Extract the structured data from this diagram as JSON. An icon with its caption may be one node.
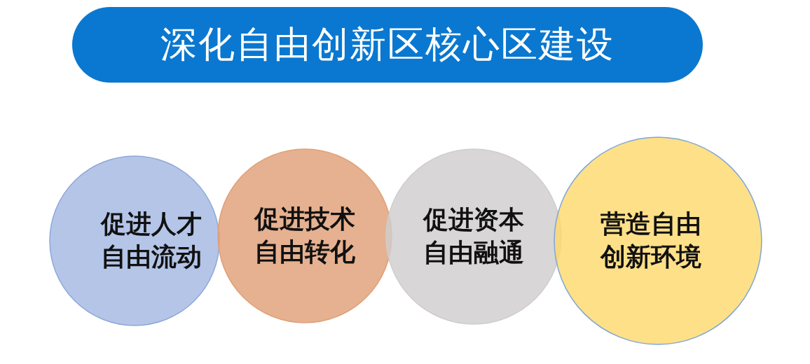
{
  "diagram": {
    "title": "深化自由创新区核心区建设",
    "nodes": [
      {
        "text": [
          "促进人才自由流动"
        ]
      },
      {
        "text": [
          "促进技术自由转化"
        ]
      },
      {
        "text": [
          "促进资本自由融通"
        ]
      },
      {
        "text": [
          "营造自由创新环境"
        ]
      }
    ]
  }
}
